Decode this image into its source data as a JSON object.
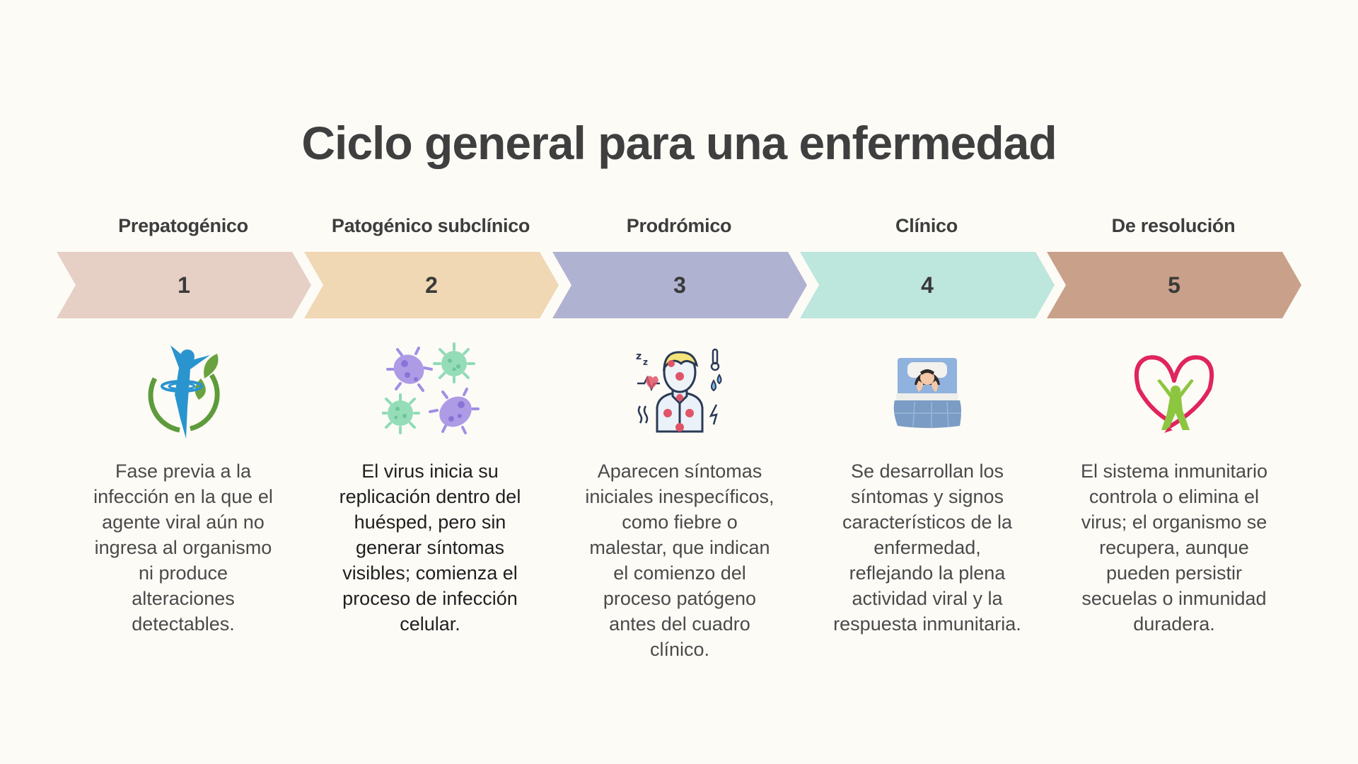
{
  "title": "Ciclo general para una enfermedad",
  "colors": {
    "background": "#fdfbf6",
    "text": "#3f3f3f"
  },
  "stages": [
    {
      "label": "Prepatogénico",
      "number": "1",
      "color": "#e6cfc4",
      "icon": "person-nature-icon",
      "description": "Fase previa a la infección en la que el agente viral aún no ingresa al organismo ni produce alteraciones detectables."
    },
    {
      "label": "Patogénico subclínico",
      "number": "2",
      "color": "#f0d8b4",
      "icon": "virus-cells-icon",
      "description": "El virus inicia su replicación dentro del huésped, pero sin generar síntomas visibles; comienza el proceso de infección celular."
    },
    {
      "label": "Prodrómico",
      "number": "3",
      "color": "#b0b2d1",
      "icon": "symptoms-person-icon",
      "description": "Aparecen síntomas iniciales inespecíficos, como fiebre o malestar, que indican el comienzo del proceso patógeno antes del cuadro clínico."
    },
    {
      "label": "Clínico",
      "number": "4",
      "color": "#bde6dd",
      "icon": "sick-in-bed-icon",
      "description": "Se desarrollan los síntomas y signos característicos de la enfermedad, reflejando la plena actividad viral y la respuesta inmunitaria."
    },
    {
      "label": "De resolución",
      "number": "5",
      "color": "#c9a089",
      "icon": "heart-person-icon",
      "description": "El sistema inmunitario controla o elimina el virus; el organismo se recupera, aunque pueden persistir secuelas o inmunidad duradera."
    }
  ]
}
